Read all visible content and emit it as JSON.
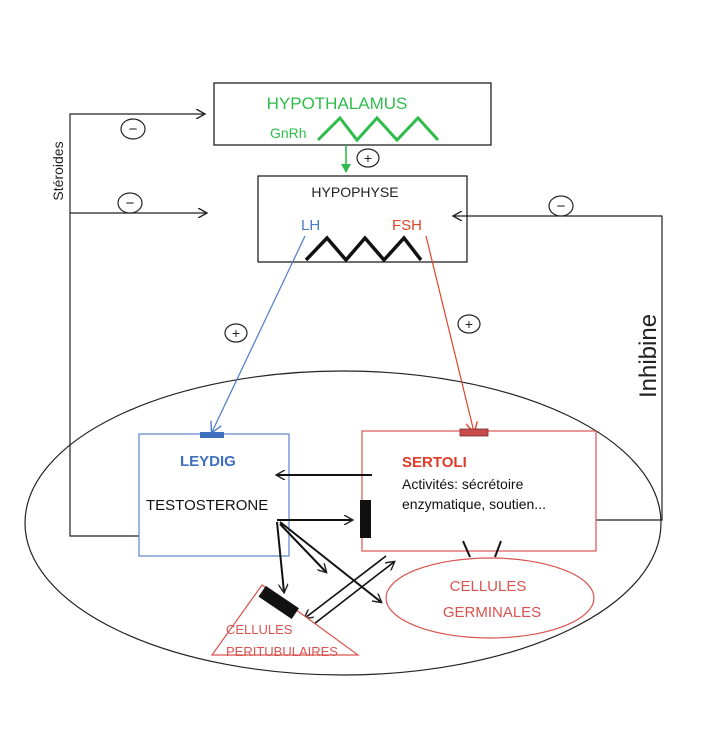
{
  "labels": {
    "hypothalamus": "HYPOTHALAMUS",
    "gnrh": "GnRh",
    "hypophyse": "HYPOPHYSE",
    "lh": "LH",
    "fsh": "FSH",
    "leydig": "LEYDIG",
    "testosterone": "TESTOSTERONE",
    "sertoli": "SERTOLI",
    "sertoli_line1": "Activités: sécrétoire",
    "sertoli_line2": "enzymatique, soutien...",
    "germinales_line1": "CELLULES",
    "germinales_line2": "GERMINALES",
    "peritubulaires_line1": "CELLULES",
    "peritubulaires_line2": "PERITUBULAIRES",
    "steroides": "Stéroides",
    "inhibine": "Inhibine",
    "plus": "+",
    "minus": "−"
  },
  "colors": {
    "hypothalamus": "#2ebd4a",
    "lh": "#4a7bc8",
    "fsh": "#e0442a",
    "leydig": "#3f6fbf",
    "sertoli": "#e03a2a",
    "sertoli_border": "#d9534f",
    "germinales": "#d9534f",
    "peritubulaires": "#d9534f",
    "line": "#222222"
  }
}
